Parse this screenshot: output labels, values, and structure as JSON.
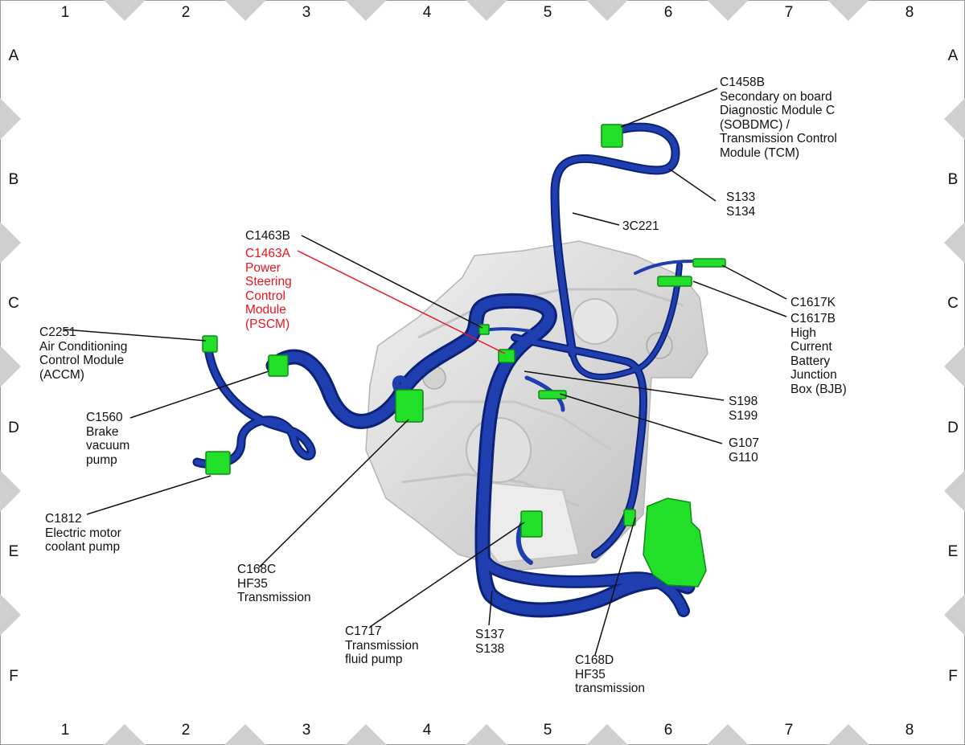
{
  "grid": {
    "columns": [
      "1",
      "2",
      "3",
      "4",
      "5",
      "6",
      "7",
      "8"
    ],
    "rows": [
      "A",
      "B",
      "C",
      "D",
      "E",
      "F"
    ]
  },
  "colors": {
    "harness": "#1f3fb0",
    "harness_dark": "#0b2277",
    "connector": "#22e02a",
    "highlight": "#e8141e",
    "housing": "#dcdcdc",
    "grid_marker": "#cfcfcf"
  },
  "callouts": {
    "c1458b": "C1458B\nSecondary on board\nDiagnostic Module C\n(SOBDMC) /\nTransmission Control\nModule (TCM)",
    "s133": "S133\nS134",
    "harness_3c221": "3C221",
    "c1463b": "C1463B",
    "c1463a": "C1463A\nPower\nSteering\nControl\nModule\n(PSCM)",
    "c1617k": "C1617K",
    "c1617b": "C1617B\nHigh\nCurrent\nBattery\nJunction\nBox (BJB)",
    "c2251": "C2251\nAir Conditioning\nControl Module\n(ACCM)",
    "c1560": "C1560\nBrake\nvacuum\npump",
    "s198": "S198\nS199",
    "g107": "G107\nG110",
    "c1812": "C1812\nElectric motor\ncoolant pump",
    "c168c": "C168C\nHF35\nTransmission",
    "c1717": "C1717\nTransmission\nfluid pump",
    "s137": "S137\nS138",
    "c168d": "C168D\nHF35\ntransmission"
  }
}
